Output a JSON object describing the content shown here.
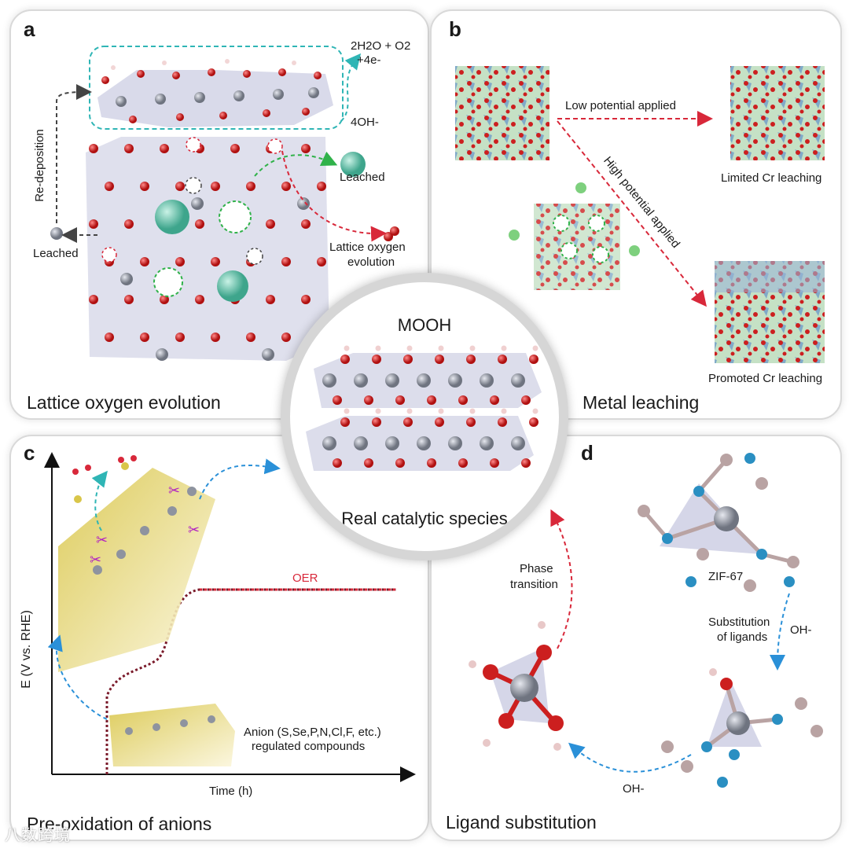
{
  "panel_a": {
    "label": "a",
    "title": "Lattice oxygen evolution",
    "reaction_product": "2H2O + O2",
    "electrons": "+4e-",
    "hydroxide": "4OH-",
    "leached_top": "Leached",
    "leached_left": "Leached",
    "redeposition": "Re-deposition",
    "lattice_oxygen_line1": "Lattice oxygen",
    "lattice_oxygen_line2": "evolution"
  },
  "panel_b": {
    "label": "b",
    "title": "Metal leaching",
    "low_potential": "Low potential applied",
    "high_potential": "High potential applied",
    "limited": "Limited Cr leaching",
    "promoted": "Promoted Cr leaching"
  },
  "panel_c": {
    "label": "c",
    "title": "Pre-oxidation of anions",
    "y_axis": "E (V vs. RHE)",
    "x_axis": "Time (h)",
    "oer": "OER",
    "anion_line1": "Anion (S,Se,P,N,Cl,F, etc.)",
    "anion_line2": "regulated compounds"
  },
  "panel_d": {
    "label": "d",
    "title": "Ligand substitution",
    "zif": "ZIF-67",
    "substitution_line1": "Substitution",
    "substitution_line2": "of ligands",
    "oh_right": "OH-",
    "oh_bottom": "OH-",
    "phase_line1": "Phase",
    "phase_line2": "transition"
  },
  "center": {
    "title": "MOOH",
    "subtitle": "Real catalytic species"
  },
  "watermark": "八数跨境",
  "colors": {
    "oxygen": "#cc1f1f",
    "metal": "#8e939f",
    "polyhedron": "#b9bbd8",
    "leached_cation": "#63c6ad",
    "chromium_green": "#6fc96f",
    "cobalt_blue": "#6f9cc9",
    "sulfur": "#d9c64a",
    "nitrogen": "#2a8fc2",
    "carbon": "#b9a3a3",
    "arrow_teal": "#2fb5b5",
    "arrow_red": "#d8283a",
    "arrow_blue": "#2a90d8",
    "arrow_green": "#30b24a",
    "arrow_gray": "#444444",
    "scissors": "#b01fc2"
  }
}
